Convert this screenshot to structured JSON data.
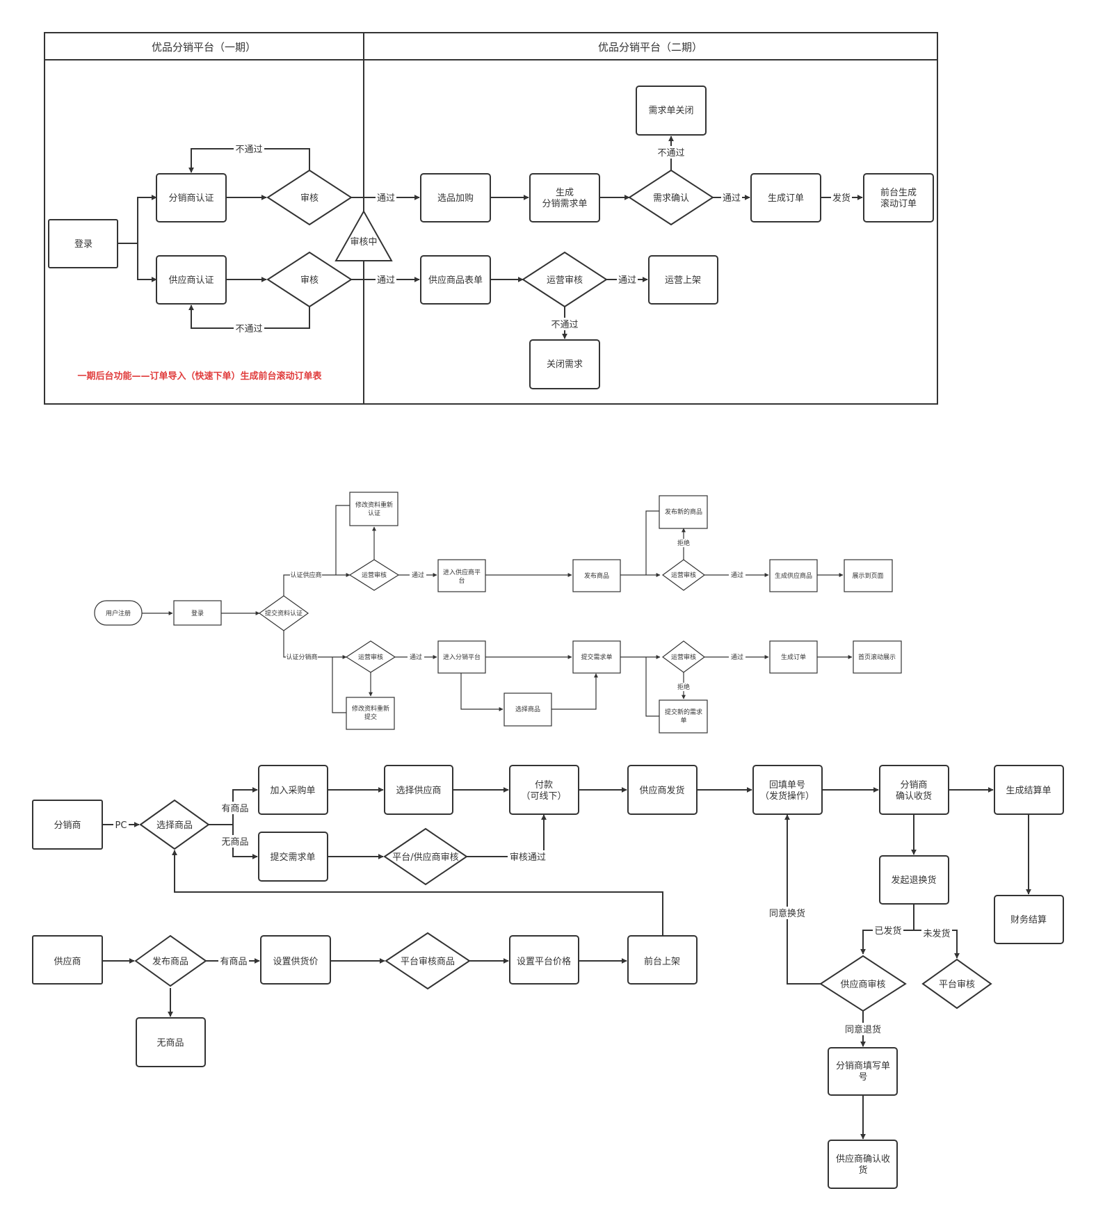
{
  "colors": {
    "stroke": "#333333",
    "text": "#333333",
    "note_red": "#e03c3c",
    "background": "#ffffff"
  },
  "d1": {
    "header_left": "优品分销平台（一期）",
    "header_right": "优品分销平台（二期）",
    "login": "登录",
    "dist_auth": "分销商认证",
    "supp_auth": "供应商认证",
    "review": "审核",
    "reviewing": "审核中",
    "not_pass": "不通过",
    "pass": "通过",
    "select_purchase": "选品加购",
    "gen_demand_l1": "生成",
    "gen_demand_l2": "分销需求单",
    "demand_confirm": "需求确认",
    "demand_closed": "需求单关闭",
    "gen_order": "生成订单",
    "ship": "发货",
    "front_scroll_l1": "前台生成",
    "front_scroll_l2": "滚动订单",
    "supp_goods_form": "供应商品表单",
    "ops_review": "运营审核",
    "ops_listing": "运营上架",
    "close_demand": "关闭需求",
    "note": "一期后台功能——订单导入（快速下单）生成前台滚动订单表"
  },
  "d2": {
    "user_register": "用户注册",
    "login": "登录",
    "submit_cert": "提交资料认证",
    "cert_supplier": "认证供应商",
    "cert_dist": "认证分销商",
    "ops_review": "运营审核",
    "modify_recert_l1": "修改资料重新",
    "modify_recert_l2": "认证",
    "modify_resubmit_l1": "修改资料重新",
    "modify_resubmit_l2": "提交",
    "pass": "通过",
    "enter_supp_l1": "进入供应商平",
    "enter_supp_l2": "台",
    "enter_dist": "进入分销平台",
    "publish_goods": "发布商品",
    "submit_demand": "提交需求单",
    "select_goods": "选择商品",
    "reject": "拒绝",
    "publish_new": "发布新的商品",
    "submit_new_l1": "提交新的需求",
    "submit_new_l2": "单",
    "gen_supp_goods": "生成供应商品",
    "show_page": "展示到页面",
    "gen_order": "生成订单",
    "home_scroll": "首页滚动展示"
  },
  "d3": {
    "distributor": "分销商",
    "pc": "PC",
    "select_goods": "选择商品",
    "has_goods": "有商品",
    "no_goods": "无商品",
    "add_cart": "加入采购单",
    "select_supplier": "选择供应商",
    "pay_l1": "付款",
    "pay_l2": "（可线下）",
    "supplier_ship": "供应商发货",
    "fill_no_l1": "回填单号",
    "fill_no_l2": "（发货操作）",
    "dist_confirm_l1": "分销商",
    "dist_confirm_l2": "确认收货",
    "gen_settlement": "生成结算单",
    "submit_demand": "提交需求单",
    "platform_supp_review": "平台/供应商审核",
    "review_pass": "审核通过",
    "initiate_return": "发起退换货",
    "finance_settle": "财务结算",
    "shipped": "已发货",
    "not_shipped": "未发货",
    "agree_exchange": "同意换货",
    "supplier_review": "供应商审核",
    "platform_review": "平台审核",
    "agree_return": "同意退货",
    "dist_fill_l1": "分销商填写单",
    "dist_fill_l2": "号",
    "supp_confirm_l1": "供应商确认收",
    "supp_confirm_l2": "货",
    "supplier": "供应商",
    "publish_goods": "发布商品",
    "set_supply_price": "设置供货价",
    "platform_review_goods": "平台审核商品",
    "set_platform_price": "设置平台价格",
    "front_listing": "前台上架",
    "no_goods_box": "无商品"
  }
}
